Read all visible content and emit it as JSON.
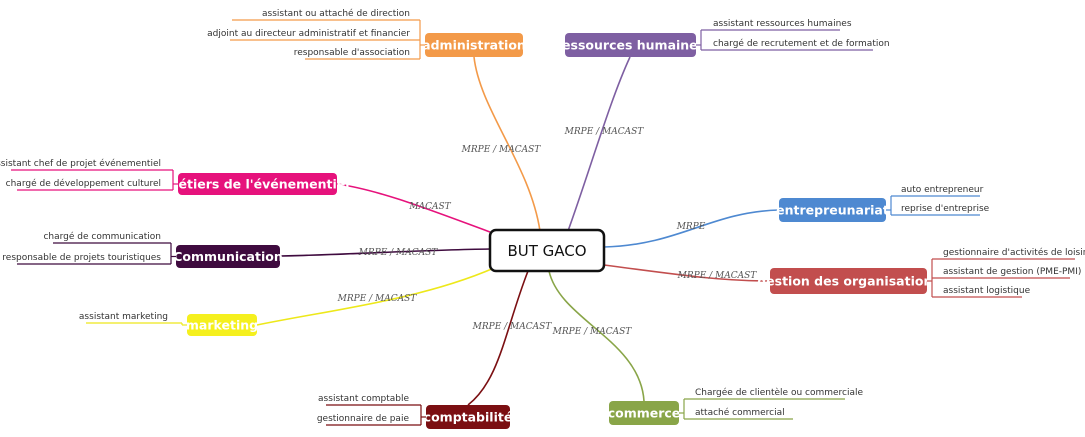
{
  "central": "BUT GACO",
  "branches": [
    {
      "key": "administration",
      "label": "administration",
      "color": "#F39A49",
      "text_color": "#ffffff",
      "relation": "MRPE / MACAST",
      "items": [
        "assistant ou attaché de direction",
        "adjoint au directeur administratif et financier",
        "responsable d'association"
      ]
    },
    {
      "key": "rh",
      "label": "ressources humaines",
      "color": "#7E5FA2",
      "text_color": "#ffffff",
      "relation": "MRPE / MACAST",
      "items": [
        "assistant ressources humaines",
        "chargé de recrutement et de formation"
      ]
    },
    {
      "key": "entrepreunariat",
      "label": "entrepreunariat",
      "color": "#4E89D1",
      "text_color": "#ffffff",
      "relation": "MRPE",
      "items": [
        "auto entrepreneur",
        "reprise d'entreprise"
      ]
    },
    {
      "key": "gestion",
      "label": "gestion des organisations",
      "color": "#C24E4E",
      "text_color": "#ffffff",
      "relation": "MRPE / MACAST",
      "items": [
        "gestionnaire d'activités de loisirs",
        "assistant de gestion (PME-PMI)",
        "assistant logistique"
      ]
    },
    {
      "key": "commerce",
      "label": "commerce",
      "color": "#89A548",
      "text_color": "#ffffff",
      "relation": "MRPE / MACAST",
      "items": [
        "Chargée de clientèle ou commerciale",
        "attaché commercial"
      ]
    },
    {
      "key": "comptabilite",
      "label": "comptabilité",
      "color": "#7B0F12",
      "text_color": "#ffffff",
      "relation": "MRPE / MACAST",
      "items": [
        "assistant comptable",
        "gestionnaire de paie"
      ]
    },
    {
      "key": "marketing",
      "label": "marketing",
      "color": "#F5F01E",
      "text_color": "#111111",
      "relation": "MRPE / MACAST",
      "items": [
        "assistant marketing"
      ]
    },
    {
      "key": "communication",
      "label": "Communication",
      "color": "#3F0B3F",
      "text_color": "#ffffff",
      "relation": "MRPE / MACAST",
      "items": [
        "chargé de communication",
        "responsable de projets touristiques"
      ]
    },
    {
      "key": "evenementiel",
      "label": "métiers de l'événementiel",
      "color": "#E6127C",
      "text_color": "#ffffff",
      "relation": "MACAST",
      "items": [
        "assistant chef de projet événementiel",
        "chargé de développement culturel"
      ]
    }
  ]
}
